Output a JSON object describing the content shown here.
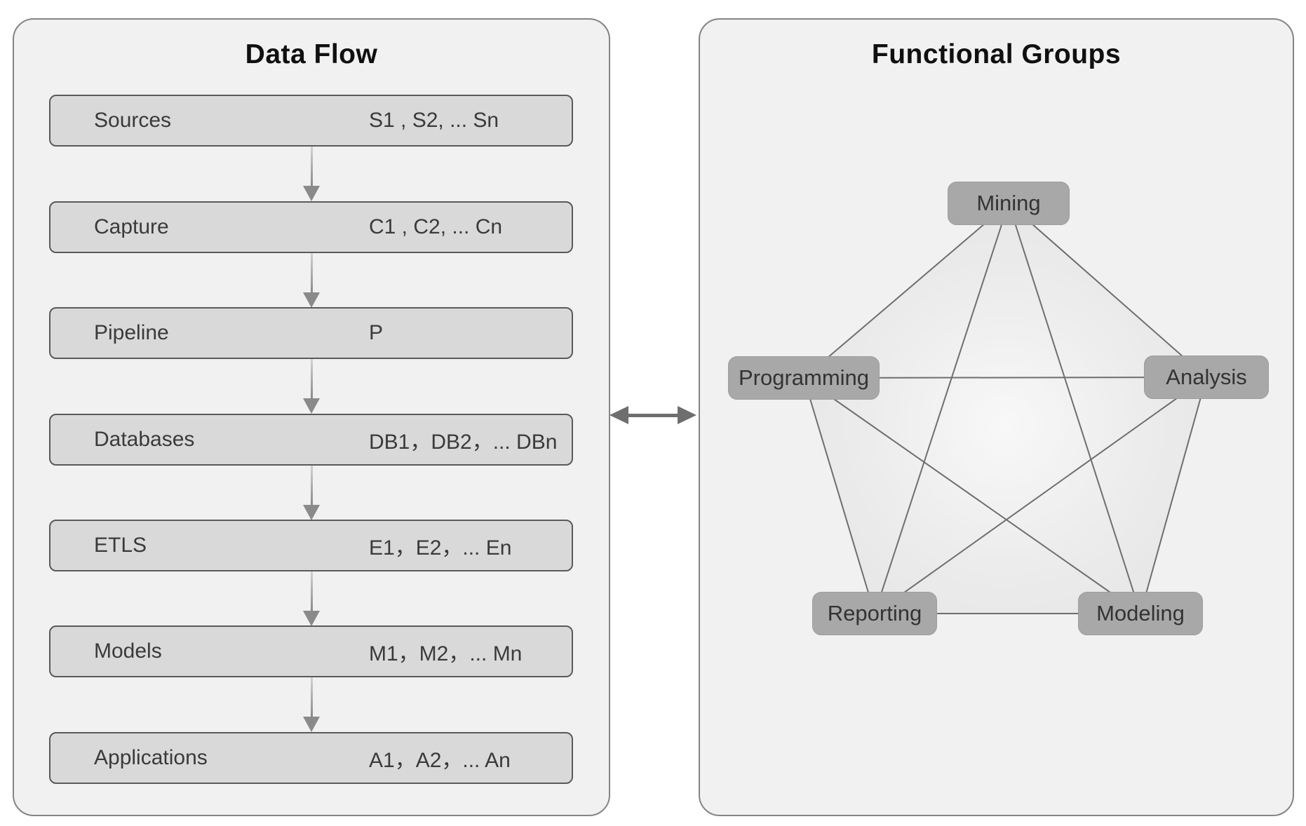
{
  "left_panel": {
    "title": "Data Flow",
    "rows": [
      {
        "label": "Sources",
        "value": "S1 , S2, ... Sn"
      },
      {
        "label": "Capture",
        "value": "C1 , C2, ... Cn"
      },
      {
        "label": "Pipeline",
        "value": "P"
      },
      {
        "label": "Databases",
        "value": "DB1，DB2，... DBn"
      },
      {
        "label": "ETLS",
        "value": "E1，E2，... En"
      },
      {
        "label": "Models",
        "value": "M1，M2，... Mn"
      },
      {
        "label": "Applications",
        "value": "A1，A2，... An"
      }
    ],
    "flow_direction": "top-to-bottom"
  },
  "connector": {
    "type": "double-headed-arrow",
    "links": [
      "Data Flow",
      "Functional Groups"
    ]
  },
  "right_panel": {
    "title": "Functional Groups",
    "nodes": [
      {
        "label": "Mining"
      },
      {
        "label": "Programming"
      },
      {
        "label": "Analysis"
      },
      {
        "label": "Reporting"
      },
      {
        "label": "Modeling"
      }
    ],
    "edges": [
      [
        "Mining",
        "Programming"
      ],
      [
        "Mining",
        "Analysis"
      ],
      [
        "Mining",
        "Reporting"
      ],
      [
        "Mining",
        "Modeling"
      ],
      [
        "Programming",
        "Analysis"
      ],
      [
        "Programming",
        "Reporting"
      ],
      [
        "Programming",
        "Modeling"
      ],
      [
        "Analysis",
        "Reporting"
      ],
      [
        "Analysis",
        "Modeling"
      ],
      [
        "Reporting",
        "Modeling"
      ]
    ],
    "topology": "complete graph K5 (pentagon)"
  },
  "colors": {
    "page_bg": "#ffffff",
    "panel_bg": "#f1f1f1",
    "panel_border": "#848484",
    "flow_box_bg": "#d9d9d9",
    "flow_box_border": "#5a5a5a",
    "node_bg": "#a8a8a8",
    "edge_line": "#6e6e6e",
    "flow_arrow": "#8a8a8a",
    "connector_arrow": "#6e6e6e",
    "body_text": "#3a3a3a",
    "title_text": "#101010"
  }
}
